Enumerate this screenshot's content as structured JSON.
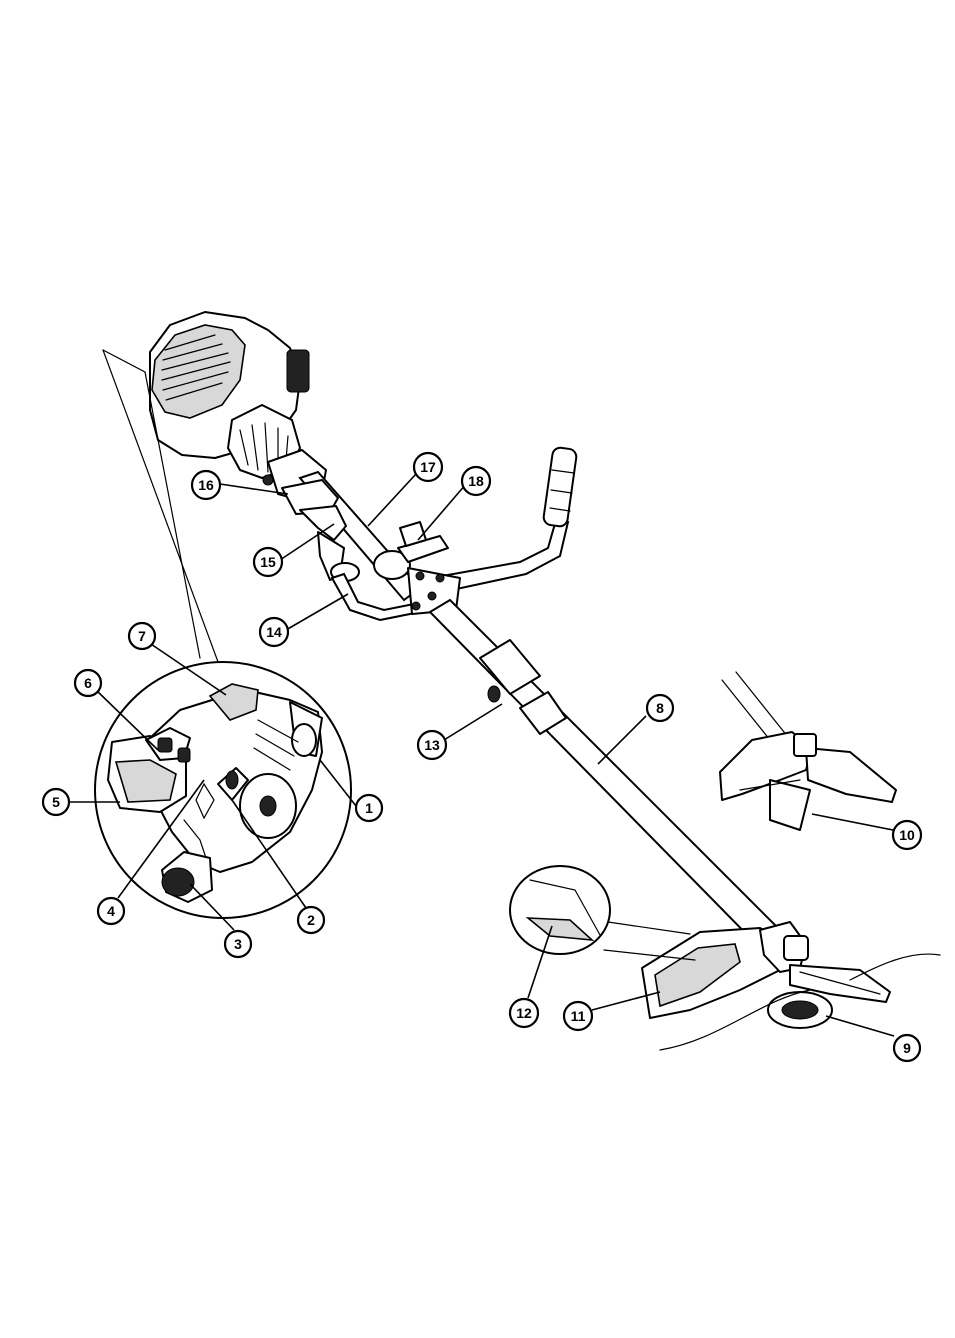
{
  "callouts": [
    {
      "id": "1",
      "label": "1"
    },
    {
      "id": "2",
      "label": "2"
    },
    {
      "id": "3",
      "label": "3"
    },
    {
      "id": "4",
      "label": "4"
    },
    {
      "id": "5",
      "label": "5"
    },
    {
      "id": "6",
      "label": "6"
    },
    {
      "id": "7",
      "label": "7"
    },
    {
      "id": "8",
      "label": "8"
    },
    {
      "id": "9",
      "label": "9"
    },
    {
      "id": "10",
      "label": "10"
    },
    {
      "id": "11",
      "label": "11"
    },
    {
      "id": "12",
      "label": "12"
    },
    {
      "id": "13",
      "label": "13"
    },
    {
      "id": "14",
      "label": "14"
    },
    {
      "id": "15",
      "label": "15"
    },
    {
      "id": "16",
      "label": "16"
    },
    {
      "id": "17",
      "label": "17"
    },
    {
      "id": "18",
      "label": "18"
    }
  ],
  "colors": {
    "line": "#000000",
    "background": "#ffffff",
    "shade": "#d8d8d8",
    "dark": "#222222"
  }
}
